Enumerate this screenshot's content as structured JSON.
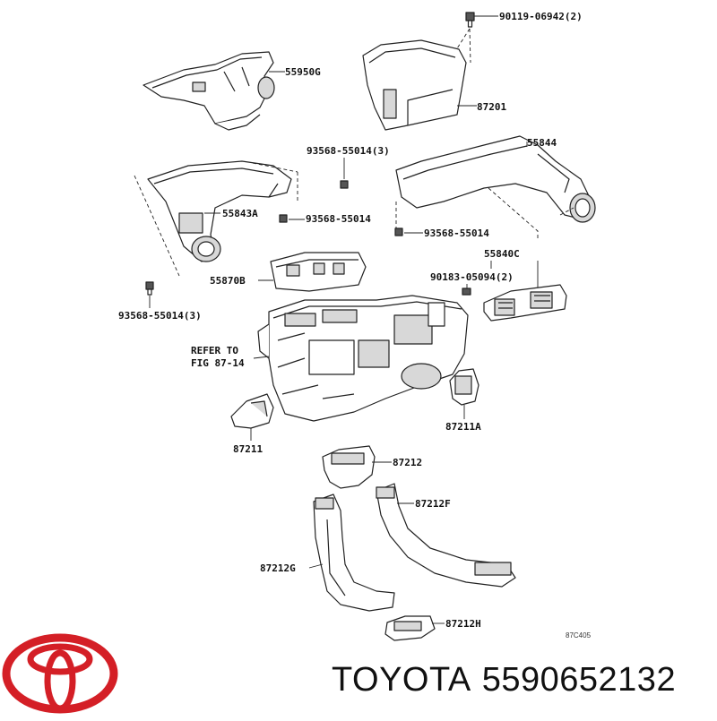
{
  "labels": {
    "l_90119": "90119-06942(2)",
    "l_55950G": "55950G",
    "l_87201": "87201",
    "l_93568_a": "93568-55014(3)",
    "l_55844": "55844",
    "l_55843A": "55843A",
    "l_93568_b": "93568-55014",
    "l_93568_c": "93568-55014",
    "l_55840C": "55840C",
    "l_90183": "90183-05094(2)",
    "l_55870B": "55870B",
    "l_93568_d": "93568-55014(3)",
    "l_refer1": "REFER TO",
    "l_refer2": "FIG 87-14",
    "l_87211A": "87211A",
    "l_87211": "87211",
    "l_87212": "87212",
    "l_87212F": "87212F",
    "l_87212G": "87212G",
    "l_87212H": "87212H",
    "l_code": "87C405"
  },
  "brand": {
    "name": "TOYOTA",
    "part_number": "5590652132",
    "logo_color": "#d41f26"
  }
}
